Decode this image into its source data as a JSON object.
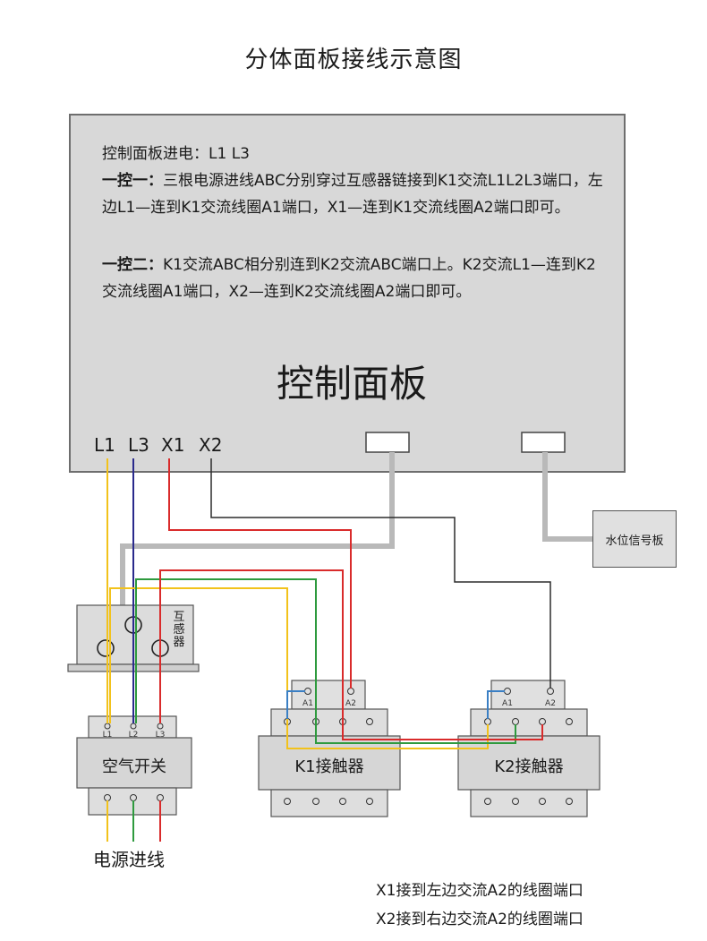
{
  "title": "分体面板接线示意图",
  "panel": {
    "intro": "控制面板进电：L1  L3",
    "para1_head": "一控一：",
    "para1_text": "三根电源进线ABC分别穿过互感器链接到K1交流L1L2L3端口，左边L1—连到K1交流线圈A1端口，X1—连到K1交流线圈A2端口即可。",
    "para2_head": "一控二：",
    "para2_text": "K1交流ABC相分别连到K2交流ABC端口上。K2交流L1—连到K2交流线圈A1端口，X2—连到K2交流线圈A2端口即可。",
    "big_label": "控制面板",
    "terminals": [
      "L1",
      "L3",
      "X1",
      "X2"
    ]
  },
  "water_board": "水位信号板",
  "transformer_label": "互感器",
  "breaker": {
    "label": "空气开关",
    "terminals": [
      "L1",
      "L2",
      "L3"
    ]
  },
  "k1": {
    "label": "K1接触器",
    "coil": [
      "A1",
      "A2"
    ]
  },
  "k2": {
    "label": "K2接触器",
    "coil": [
      "A1",
      "A2"
    ]
  },
  "power_in": "电源进线",
  "notes": [
    "X1接到左边交流A2的线圈端口",
    "X2接到右边交流A2的线圈端口"
  ],
  "wire_colors": {
    "yellow": "#f2c21b",
    "blue": "#2a2a8c",
    "red": "#d92b2b",
    "green": "#2e9a3e",
    "black": "#2b2b2b",
    "gray": "#b9b9b9",
    "light_blue": "#3a7fc4"
  }
}
